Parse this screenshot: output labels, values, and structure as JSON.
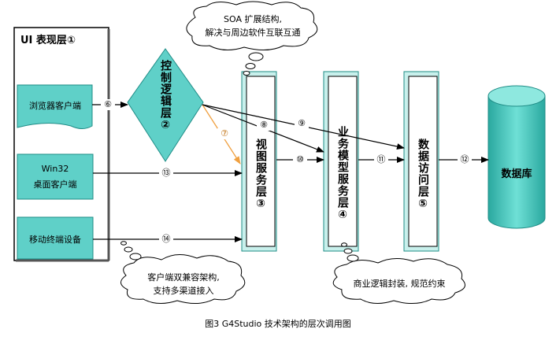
{
  "ui_layer": {
    "title": "UI 表现层①"
  },
  "clients": {
    "browser": "浏览器客户端",
    "win32_line1": "Win32",
    "win32_line2": "桌面客户端",
    "mobile": "移动终端设备"
  },
  "control_layer": "控制逻辑层②",
  "view_layer": "视图服务层③",
  "business_layer": "业务模型服务层④",
  "data_access_layer": "数据访问层⑤",
  "database": "数据库",
  "bubbles": {
    "soa_line1": "SOA 扩展结构,",
    "soa_line2": "解决与周边软件互联互通",
    "client_line1": "客户端双兼容架构,",
    "client_line2": "支持多渠道接入",
    "business": "商业逻辑封装, 规范约束"
  },
  "arrows": {
    "a6": "⑥",
    "a7": "⑦",
    "a8": "⑧",
    "a9": "⑨",
    "a10": "⑩",
    "a11": "⑪",
    "a12": "⑫",
    "a13": "⑬",
    "a14": "⑭"
  },
  "caption": "图3  G4Studio 技术架构的层次调用图",
  "colors": {
    "teal_fill": "#5fd0c8",
    "teal_dark": "#1f8c86",
    "pale_fill": "#c8f0ec",
    "orange_arrow": "#f0a040"
  }
}
